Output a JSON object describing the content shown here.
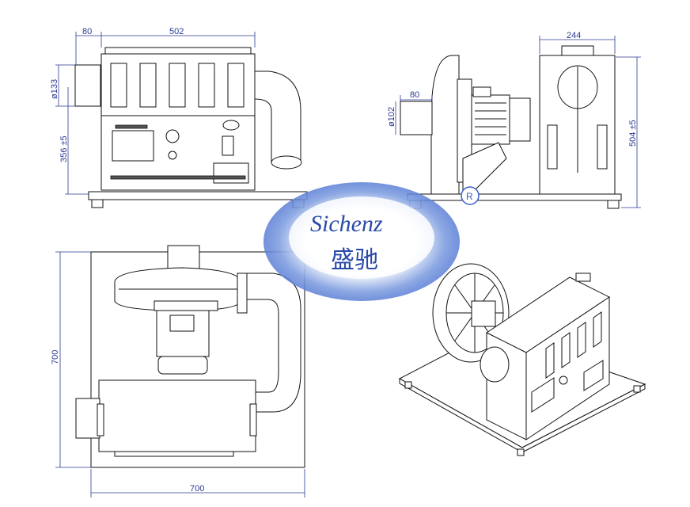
{
  "logo": {
    "brand_latin": "Sichenz",
    "brand_cjk": "盛驰",
    "registered_mark": "R"
  },
  "front_view": {
    "dims": {
      "inlet_length": "80",
      "body_width": "502",
      "inlet_diameter": "ø133",
      "height": "356 ±5"
    }
  },
  "side_view": {
    "dims": {
      "depth": "244",
      "inlet_length": "80",
      "outlet_diameter": "ø102",
      "height": "504 ±5"
    }
  },
  "top_view": {
    "dims": {
      "depth": "700",
      "width": "700"
    }
  }
}
